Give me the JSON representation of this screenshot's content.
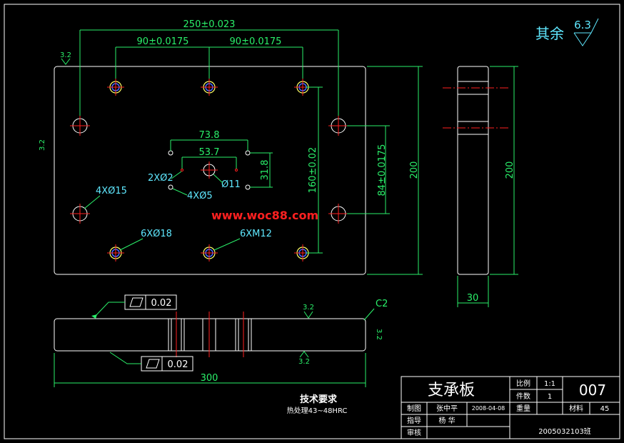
{
  "dims": {
    "overall_width": "250±0.023",
    "hole_pitch_left": "90±0.0175",
    "hole_pitch_right": "90±0.0175",
    "inner_width": "73.8",
    "inner_pitch": "53.7",
    "vertical_small": "31.8",
    "vertical_160": "160±0.02",
    "vertical_84": "84±0.0175",
    "height_front": "200",
    "height_side": "200",
    "side_thickness": "30",
    "length_bottom": "300"
  },
  "callouts": {
    "pin_holes": "2XØ2",
    "small_holes": "4XØ5",
    "center_hole": "Ø11",
    "corner_holes": "4XØ15",
    "counterbore_holes": "6XØ18",
    "tapped_holes": "6XM12"
  },
  "surface": {
    "rest_label": "其余",
    "rest_value": "6.3",
    "ra_top_left": "3.2",
    "ra_left": "3.2",
    "ra_bottom_top": "3.2",
    "ra_bottom_right": "3.2",
    "ra_bottom_under": "3.2"
  },
  "gdt": {
    "flatness_top": "0.02",
    "flatness_bottom": "0.02"
  },
  "chamfer": "C2",
  "watermark": "www.woc88.com",
  "tech_req": {
    "title": "技术要求",
    "line1": "热处理43~48HRC"
  },
  "title_block": {
    "part_name": "支承板",
    "scale_label": "比例",
    "scale_value": "1:1",
    "count_label": "件数",
    "count_value": "1",
    "drawing_no": "007",
    "drawn_label": "制图",
    "drawn_name": "张中平",
    "date": "2008-04-08",
    "weight_label": "重量",
    "material_label": "材料",
    "material_value": "45",
    "guide_label": "指导",
    "guide_name": "杨 华",
    "review_label": "审核",
    "class_code": "2005032103班"
  }
}
